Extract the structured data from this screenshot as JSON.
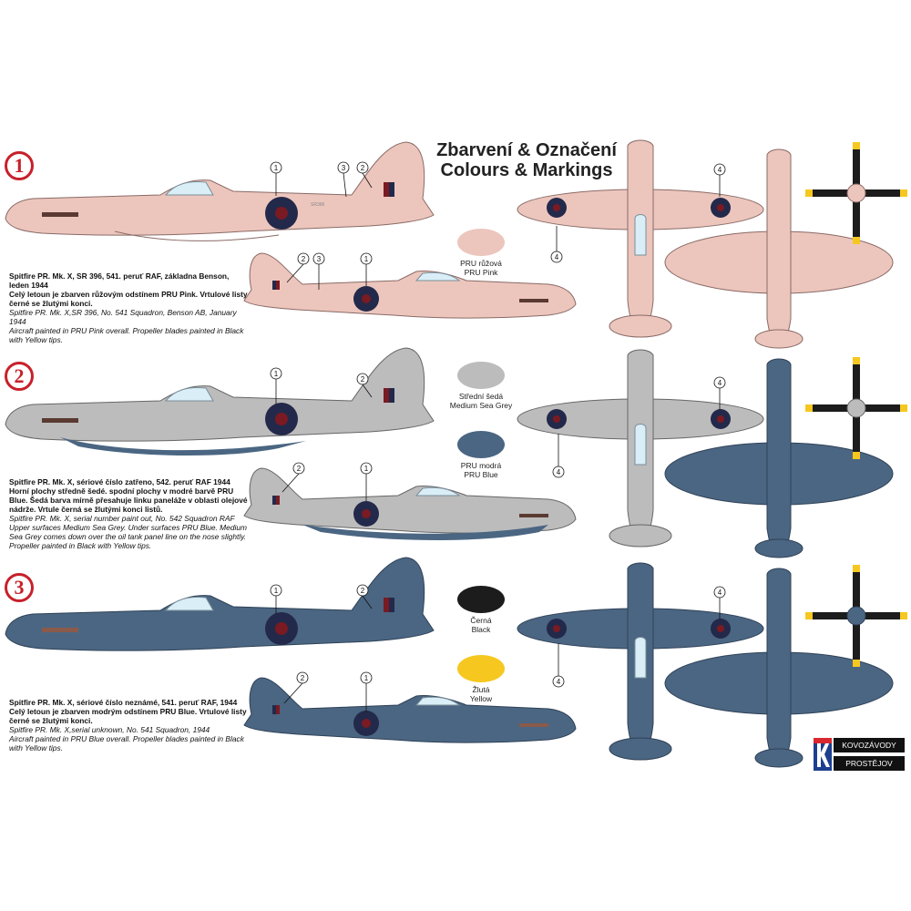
{
  "heading": {
    "line1": "Zbarvení & Označení",
    "line2": "Colours & Markings"
  },
  "colors": {
    "pink": "#ecc6bd",
    "sea_grey": "#bcbcbc",
    "pru_blue": "#4b6682",
    "black": "#1c1c1c",
    "yellow": "#f6c81f",
    "roundel_blue": "#23294a",
    "roundel_red": "#7a1a22",
    "number_red": "#c8202a"
  },
  "schemes": [
    {
      "number": "1",
      "title": "Spitfire PR. Mk. X, SR 396, 541. peruť RAF, základna Benson, leden 1944",
      "czech": "Celý letoun je zbarven růžovým odstínem PRU Pink. Vrtulové listy černé se žlutými konci.",
      "english_title": "Spitfire PR. Mk. X,SR 396, No. 541 Squadron, Benson AB, January 1944",
      "english": "Aircraft painted in PRU Pink overall. Propeller blades painted in Black with Yellow tips."
    },
    {
      "number": "2",
      "title": "Spitfire PR. Mk. X,   sériové číslo zatřeno, 542. peruť RAF 1944",
      "czech": "Horní plochy středně šedé. spodní plochy v modré barvě PRU Blue. Šedá barva mírně přesahuje linku paneláže v oblasti olejové nádrže. Vrtule černá se žlutými konci listů.",
      "english_title": "Spitfire PR. Mk. X,   serial number paint out, No. 542 Squadron RAF",
      "english": "Upper surfaces Medium Sea Grey. Under surfaces PRU Blue. Medium Sea Grey comes down over the oil tank panel line on the nose slightly. Propeller  painted in Black with Yellow tips."
    },
    {
      "number": "3",
      "title": "Spitfire PR. Mk. X, sériové číslo neznámé, 541. peruť RAF, 1944",
      "czech": "Celý letoun je zbarven modrým odstínem PRU Blue. Vrtulové listy černé se žlutými konci.",
      "english_title": "Spitfire PR. Mk. X,serial unknown, No. 541 Squadron, 1944",
      "english": "Aircraft painted in PRU Blue overall. Propeller blades painted in Black with Yellow tips."
    }
  ],
  "swatches": [
    {
      "czech": "PRU růžová",
      "english": "PRU Pink",
      "color": "#ecc6bd"
    },
    {
      "czech": "Střední šedá",
      "english": "Medium Sea Grey",
      "color": "#bcbcbc"
    },
    {
      "czech": "PRU modrá",
      "english": "PRU Blue",
      "color": "#4b6682"
    },
    {
      "czech": "Černá",
      "english": "Black",
      "color": "#1c1c1c"
    },
    {
      "czech": "Žlutá",
      "english": "Yellow",
      "color": "#f6c81f"
    }
  ],
  "callouts": [
    "1",
    "2",
    "3",
    "4"
  ],
  "serial_scheme1": "SR396",
  "logo": {
    "line1": "KOVOZÁVODY",
    "line2": "PROSTĚJOV"
  }
}
